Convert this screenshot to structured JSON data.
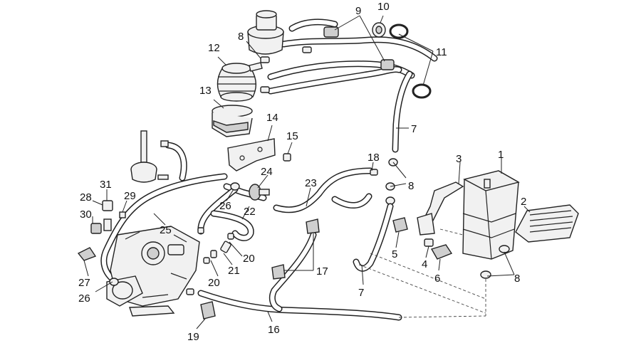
{
  "callouts": {
    "c1": "1",
    "c2": "2",
    "c3": "3",
    "c4": "4",
    "c5": "5",
    "c6": "6",
    "c7a": "7",
    "c7b": "7",
    "c8a": "8",
    "c8b": "8",
    "c8c": "8",
    "c9": "9",
    "c10": "10",
    "c11": "11",
    "c12": "12",
    "c13": "13",
    "c14": "14",
    "c15": "15",
    "c16": "16",
    "c17": "17",
    "c18": "18",
    "c19": "19",
    "c20a": "20",
    "c20b": "20",
    "c21": "21",
    "c22": "22",
    "c23": "23",
    "c24": "24",
    "c25": "25",
    "c26a": "26",
    "c26b": "26",
    "c27": "27",
    "c28": "28",
    "c29": "29",
    "c30": "30",
    "c31": "31"
  },
  "colors": {
    "line": "#222222",
    "background": "#ffffff",
    "fill": "#f1f1f1"
  }
}
